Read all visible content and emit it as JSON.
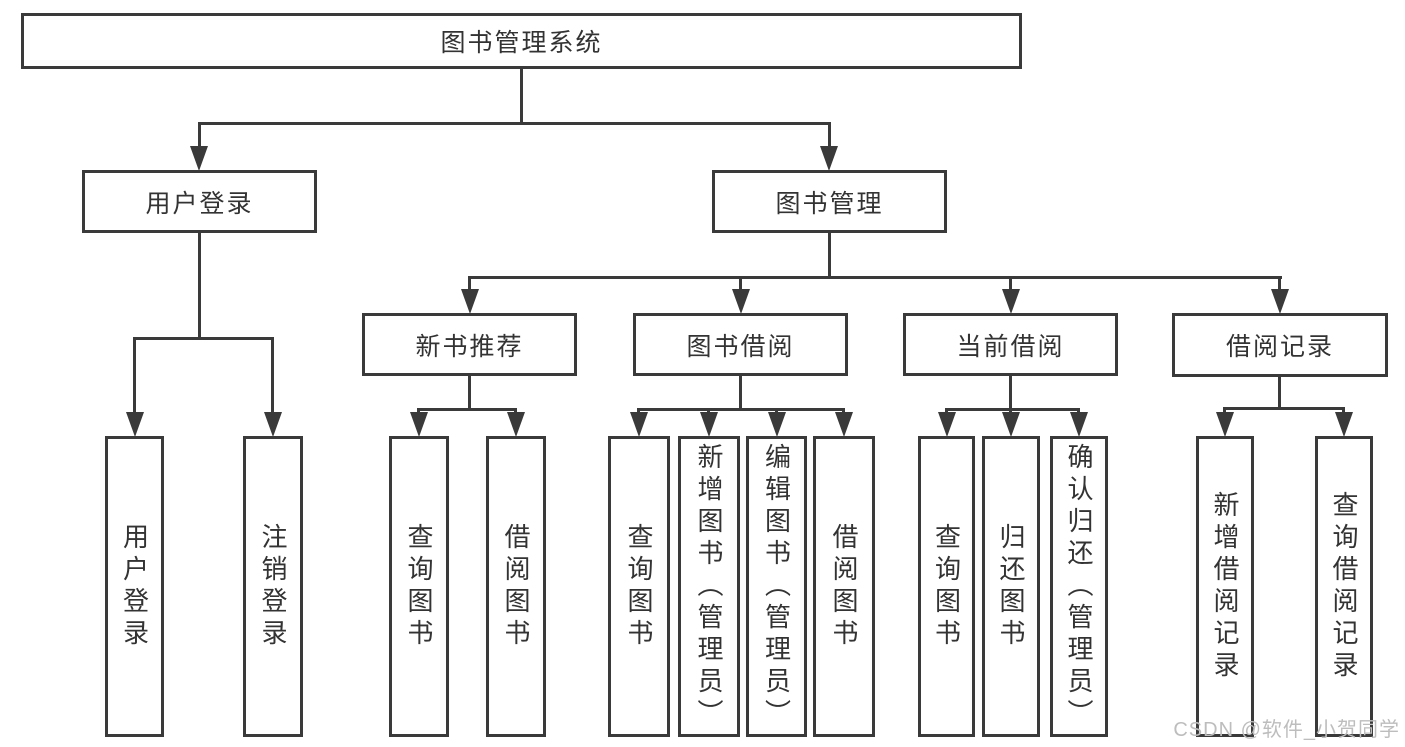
{
  "colors": {
    "line": "#3a3a3a",
    "text": "#333333",
    "watermark": "#bdbdbd",
    "background": "#ffffff"
  },
  "watermark": "CSDN @软件_小贺同学",
  "tree": {
    "root": {
      "label": "图书管理系统"
    },
    "branches": [
      {
        "label": "用户登录",
        "children": [
          {
            "label": "用户登录"
          },
          {
            "label": "注销登录"
          }
        ]
      },
      {
        "label": "图书管理",
        "children": [
          {
            "label": "新书推荐",
            "children": [
              {
                "label": "查询图书"
              },
              {
                "label": "借阅图书"
              }
            ]
          },
          {
            "label": "图书借阅",
            "children": [
              {
                "label": "查询图书"
              },
              {
                "label": "新增图书（管理员）"
              },
              {
                "label": "编辑图书（管理员）"
              },
              {
                "label": "借阅图书"
              }
            ]
          },
          {
            "label": "当前借阅",
            "children": [
              {
                "label": "查询图书"
              },
              {
                "label": "归还图书"
              },
              {
                "label": "确认归还（管理员）"
              }
            ]
          },
          {
            "label": "借阅记录",
            "children": [
              {
                "label": "新增借阅记录"
              },
              {
                "label": "查询借阅记录"
              }
            ]
          }
        ]
      }
    ]
  }
}
